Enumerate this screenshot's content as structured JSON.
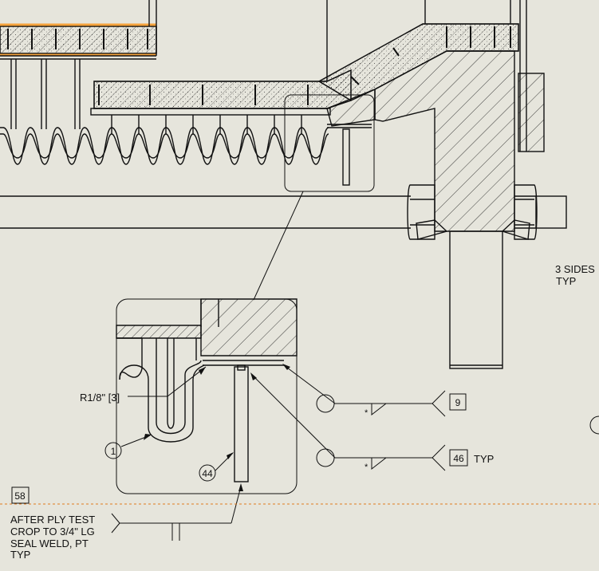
{
  "drawing": {
    "background": "#e6e5dc",
    "line_color": "#111111",
    "highlight_color": "#f5a33c",
    "guide_color": "#e07a1e"
  },
  "notes": {
    "three_sides_line1": "3 SIDES",
    "three_sides_line2": "TYP",
    "after_ply_line1": "AFTER PLY TEST",
    "after_ply_line2": "CROP TO 3/4\" LG",
    "after_ply_line3": "SEAL WELD, PT",
    "after_ply_line4": "TYP",
    "radius_note": "R1/8\" [3]",
    "weld_star_1": "*",
    "weld_star_2": "*",
    "typ_label": "TYP"
  },
  "callouts": {
    "balloon_1": "1",
    "balloon_44": "44",
    "tag_9": "9",
    "tag_46": "46",
    "tag_58": "58"
  }
}
